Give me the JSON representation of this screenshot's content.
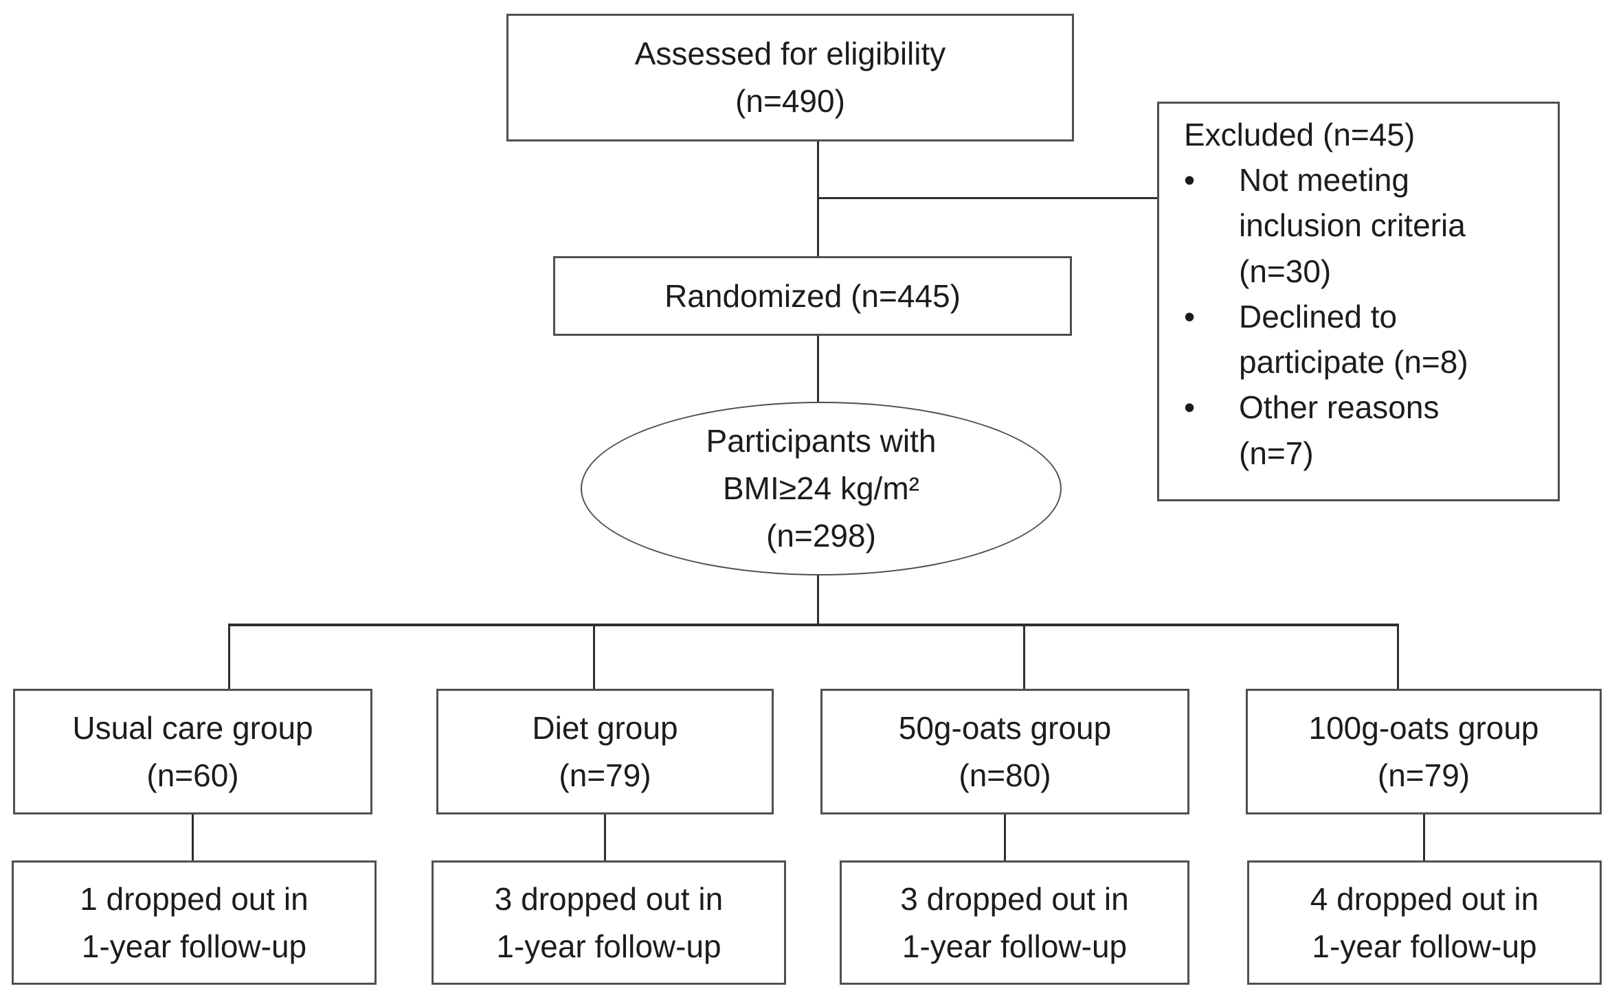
{
  "diagram": {
    "type": "consort-flow-diagram",
    "colors": {
      "background": "#ffffff",
      "box_border": "#4f4f4f",
      "connector": "#2e2e2e",
      "text": "#1c1c1c"
    },
    "nodes": {
      "assessed": {
        "lines": [
          "Assessed for eligibility",
          "(n=490)"
        ]
      },
      "excluded": {
        "title": "Excluded (n=45)",
        "bullet_char": "•",
        "bullets": [
          {
            "lines": [
              "Not meeting",
              "inclusion criteria",
              "(n=30)"
            ]
          },
          {
            "lines": [
              "Declined to",
              "participate (n=8)"
            ]
          },
          {
            "lines": [
              "Other reasons",
              "(n=7)"
            ]
          }
        ]
      },
      "randomized": {
        "lines": [
          "Randomized (n=445)"
        ]
      },
      "participants": {
        "lines": [
          "Participants with",
          "BMI≥24 kg/m²",
          "(n=298)"
        ]
      },
      "groups": [
        {
          "lines": [
            "Usual care group",
            "(n=60)"
          ]
        },
        {
          "lines": [
            "Diet group",
            "(n=79)"
          ]
        },
        {
          "lines": [
            "50g-oats group",
            "(n=80)"
          ]
        },
        {
          "lines": [
            "100g-oats group",
            "(n=79)"
          ]
        }
      ],
      "dropouts": [
        {
          "lines": [
            "1 dropped out in",
            "1-year follow-up"
          ]
        },
        {
          "lines": [
            "3 dropped out in",
            "1-year follow-up"
          ]
        },
        {
          "lines": [
            "3 dropped out in",
            "1-year follow-up"
          ]
        },
        {
          "lines": [
            "4 dropped out in",
            "1-year follow-up"
          ]
        }
      ]
    }
  }
}
